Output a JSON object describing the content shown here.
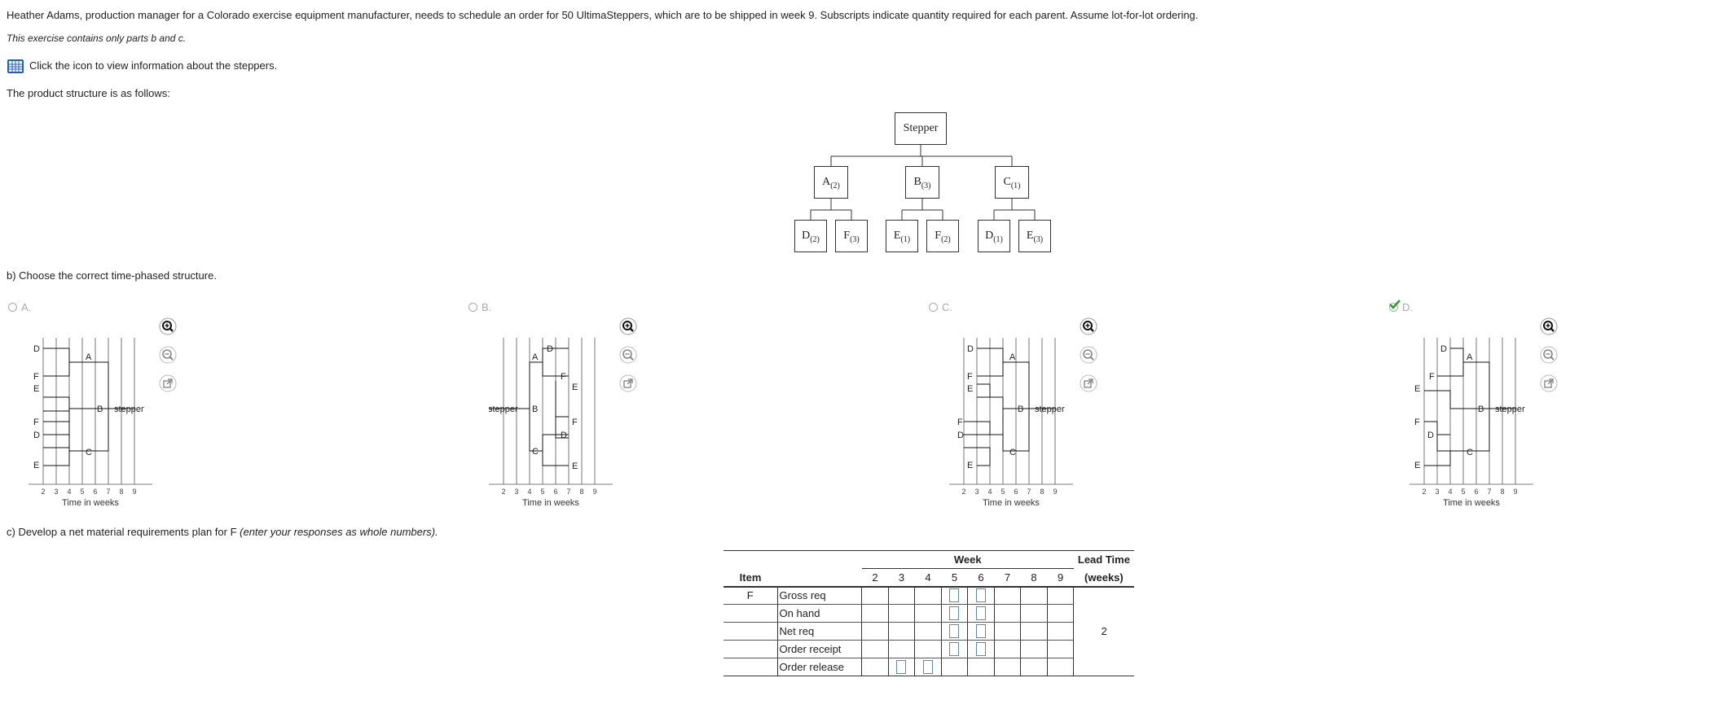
{
  "intro": "Heather Adams, production manager for a Colorado exercise equipment manufacturer, needs to schedule an order for 50 UltimaSteppers, which are to be shipped in week 9. Subscripts indicate quantity required for each parent. Assume lot-for-lot ordering.",
  "note": "This exercise contains only parts b and c.",
  "icon_text": "Click the icon to view information about the steppers.",
  "structure_label": "The product structure is as follows:",
  "tree": {
    "root": "Stepper",
    "level1": [
      {
        "letter": "A",
        "qty": "(2)"
      },
      {
        "letter": "B",
        "qty": "(3)"
      },
      {
        "letter": "C",
        "qty": "(1)"
      }
    ],
    "level2": [
      {
        "letter": "D",
        "qty": "(2)"
      },
      {
        "letter": "F",
        "qty": "(3)"
      },
      {
        "letter": "E",
        "qty": "(1)"
      },
      {
        "letter": "F",
        "qty": "(2)"
      },
      {
        "letter": "D",
        "qty": "(1)"
      },
      {
        "letter": "E",
        "qty": "(3)"
      }
    ]
  },
  "part_b": "b) Choose the correct time-phased structure.",
  "options": [
    {
      "label": "A.",
      "selected": false
    },
    {
      "label": "B.",
      "selected": false
    },
    {
      "label": "C.",
      "selected": false
    },
    {
      "label": "D.",
      "selected": true
    }
  ],
  "plot_xlabel": "Time in weeks",
  "plot_ticks": [
    "2",
    "3",
    "4",
    "5",
    "6",
    "7",
    "8",
    "9"
  ],
  "plot_word": "stepper",
  "part_c_prefix": "c) Develop a net material requirements plan for F ",
  "part_c_italic": "(enter your responses as whole numbers).",
  "mrp": {
    "week_header": "Week",
    "item_header": "Item",
    "lead_header_1": "Lead Time",
    "lead_header_2": "(weeks)",
    "weeks": [
      "2",
      "3",
      "4",
      "5",
      "6",
      "7",
      "8",
      "9"
    ],
    "item": "F",
    "rows": [
      "Gross req",
      "On hand",
      "Net req",
      "Order receipt",
      "Order release"
    ],
    "lead_time": "2"
  },
  "colors": {
    "check": "#2e9e2e",
    "input_border": "#5b85c8"
  }
}
